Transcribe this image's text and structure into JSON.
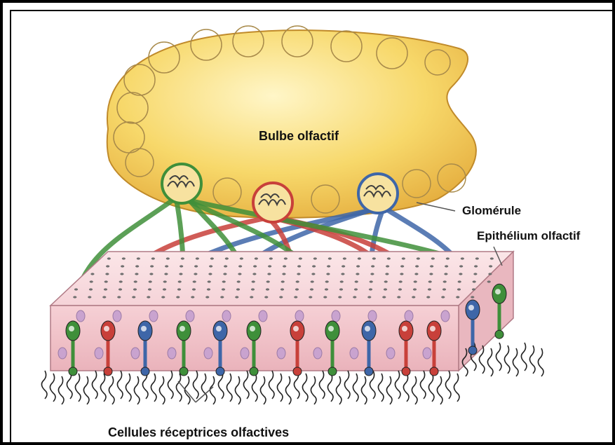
{
  "labels": {
    "bulb": "Bulbe olfactif",
    "glomerule": "Glomérule",
    "epithelium": "Epithélium olfactif",
    "cells": "Cellules réceptrices olfactives"
  },
  "colors": {
    "green": "#3f8f3a",
    "red": "#c8403a",
    "blue": "#3e66a8",
    "bulb_fill": "#f7d86a",
    "tissue": "#f3c9cf"
  },
  "cell_colors": [
    "green",
    "red",
    "blue",
    "green",
    "blue",
    "green",
    "red",
    "green",
    "blue",
    "red",
    "red",
    "blue",
    "green"
  ]
}
